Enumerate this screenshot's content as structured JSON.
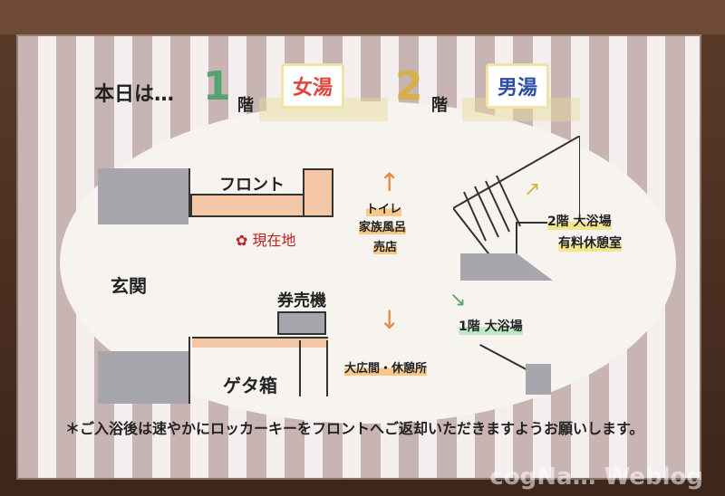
{
  "header": {
    "prefix": "本日は…",
    "floor1_num": "1",
    "floor1_suffix": "階",
    "floor1_bath": "女湯",
    "floor2_num": "2",
    "floor2_suffix": "階",
    "floor2_bath": "男湯"
  },
  "map": {
    "front": "フロント",
    "current_location": "現在地",
    "entrance": "玄関",
    "ticket_machine": "券売機",
    "shoe_box": "ゲタ箱",
    "dir_up_line1": "トイレ",
    "dir_up_line2": "家族風呂",
    "dir_up_line3": "売店",
    "dir_down": "大広間・休憩所",
    "floor2_line1": "2階 大浴場",
    "floor2_line2": "有料休憩室",
    "floor1_bath": "1階 大浴場"
  },
  "footer": {
    "notice": "＊ご入浴後は速やかにロッカーキーをフロントへご返却いただきますようお願いします。"
  },
  "watermark": "cogNa… Weblog",
  "colors": {
    "women": "#e0443d",
    "men": "#2a4ea8",
    "floor1": "#57a36d",
    "floor2": "#d6b04a",
    "highlight": "#f6c98b"
  }
}
